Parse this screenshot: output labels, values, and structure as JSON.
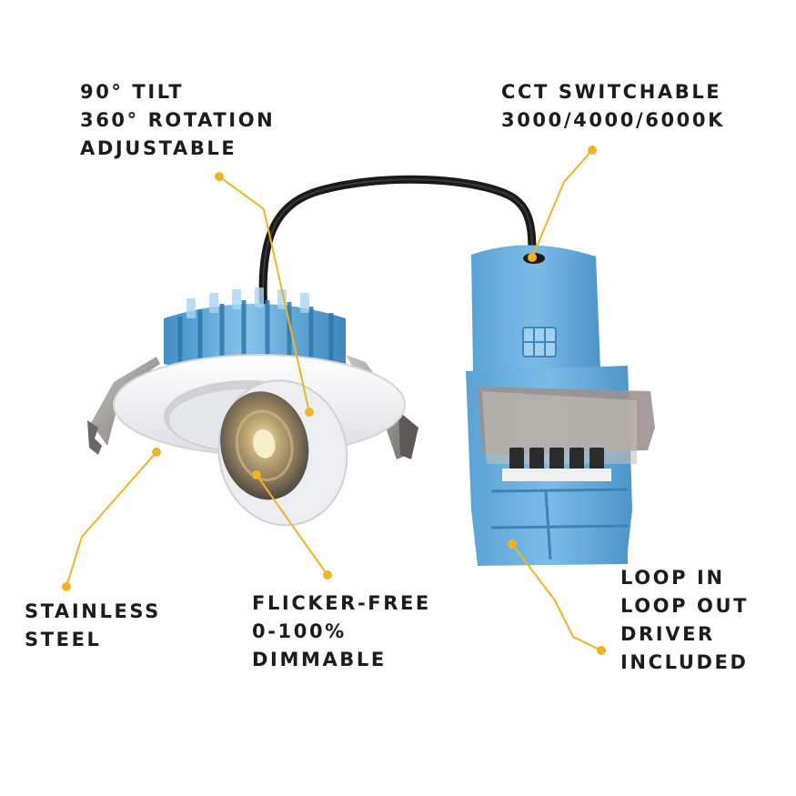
{
  "callouts": {
    "tilt": {
      "lines": [
        "90° TILT",
        "360° ROTATION",
        "ADJUSTABLE"
      ]
    },
    "cct": {
      "lines": [
        "CCT SWITCHABLE",
        "3000/4000/6000K"
      ]
    },
    "steel": {
      "lines": [
        "STAINLESS",
        "STEEL"
      ]
    },
    "dimming": {
      "lines": [
        "FLICKER-FREE",
        "0-100%",
        "DIMMABLE"
      ]
    },
    "driver": {
      "lines": [
        "LOOP IN",
        "LOOP OUT",
        "DRIVER",
        "INCLUDED"
      ]
    }
  },
  "colors": {
    "leader_line": "#f0b324",
    "label_text": "#1c1c1c",
    "heatsink_blue": "#6ab2df",
    "bezel_white": "#f4f4f6",
    "driver_blue": "#6aaedc",
    "cable": "#1a1a1a"
  }
}
